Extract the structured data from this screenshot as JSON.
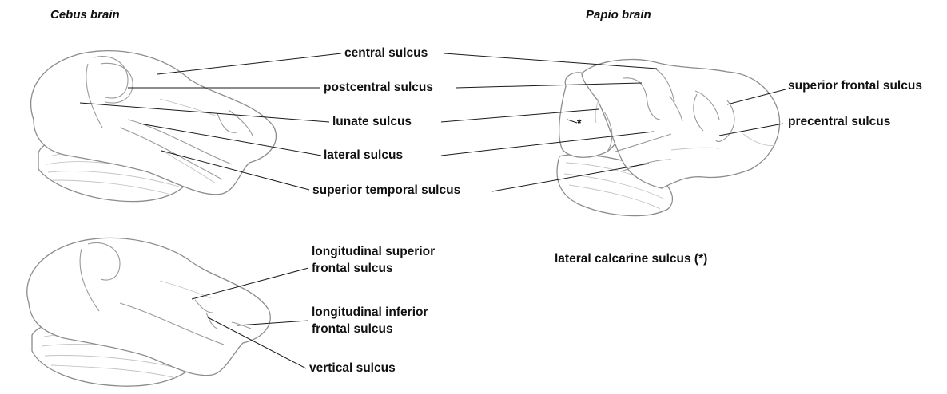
{
  "titles": {
    "cebus": "Cebus brain",
    "papio": "Papio brain"
  },
  "labels": {
    "central_sulcus": "central sulcus",
    "postcentral_sulcus": "postcentral sulcus",
    "lunate_sulcus": "lunate sulcus",
    "lateral_sulcus": "lateral sulcus",
    "superior_temporal_sulcus": "superior temporal sulcus",
    "superior_frontal_sulcus": "superior frontal sulcus",
    "precentral_sulcus": "precentral sulcus",
    "lateral_calcarine_sulcus": "lateral calcarine sulcus  (*)",
    "longitudinal_superior_line1": "longitudinal superior",
    "longitudinal_superior_line2": "frontal sulcus",
    "longitudinal_inferior_line1": "longitudinal inferior",
    "longitudinal_inferior_line2": "frontal sulcus",
    "vertical_sulcus": "vertical sulcus"
  },
  "markers": {
    "calcarine_star": "*"
  }
}
